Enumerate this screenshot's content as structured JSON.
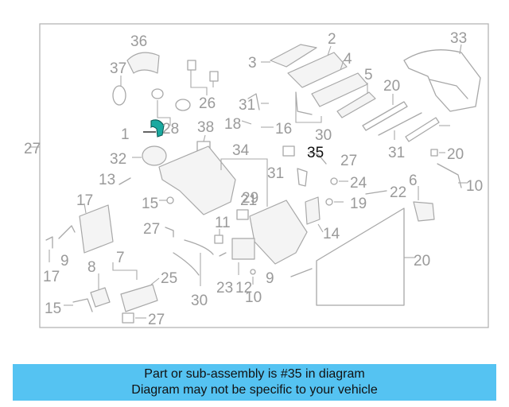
{
  "diagram": {
    "highlight_color": "#1aa9a0",
    "banner_color": "#55c3f2",
    "highlighted_callout": "35",
    "callouts": [
      "36",
      "37",
      "26",
      "2",
      "3",
      "4",
      "33",
      "5",
      "20",
      "31",
      "28",
      "18",
      "16",
      "30",
      "38",
      "32",
      "34",
      "21",
      "27",
      "20",
      "13",
      "31",
      "24",
      "17",
      "6",
      "22",
      "15",
      "19",
      "10",
      "27",
      "11",
      "14",
      "17",
      "9",
      "8",
      "7",
      "25",
      "30",
      "23",
      "12",
      "10",
      "9",
      "29",
      "15",
      "27",
      "20",
      "27",
      "1",
      "35",
      "31"
    ]
  },
  "banner": {
    "line1": "Part or sub-assembly is #35 in diagram",
    "line2": "Diagram may not be specific to your vehicle"
  }
}
